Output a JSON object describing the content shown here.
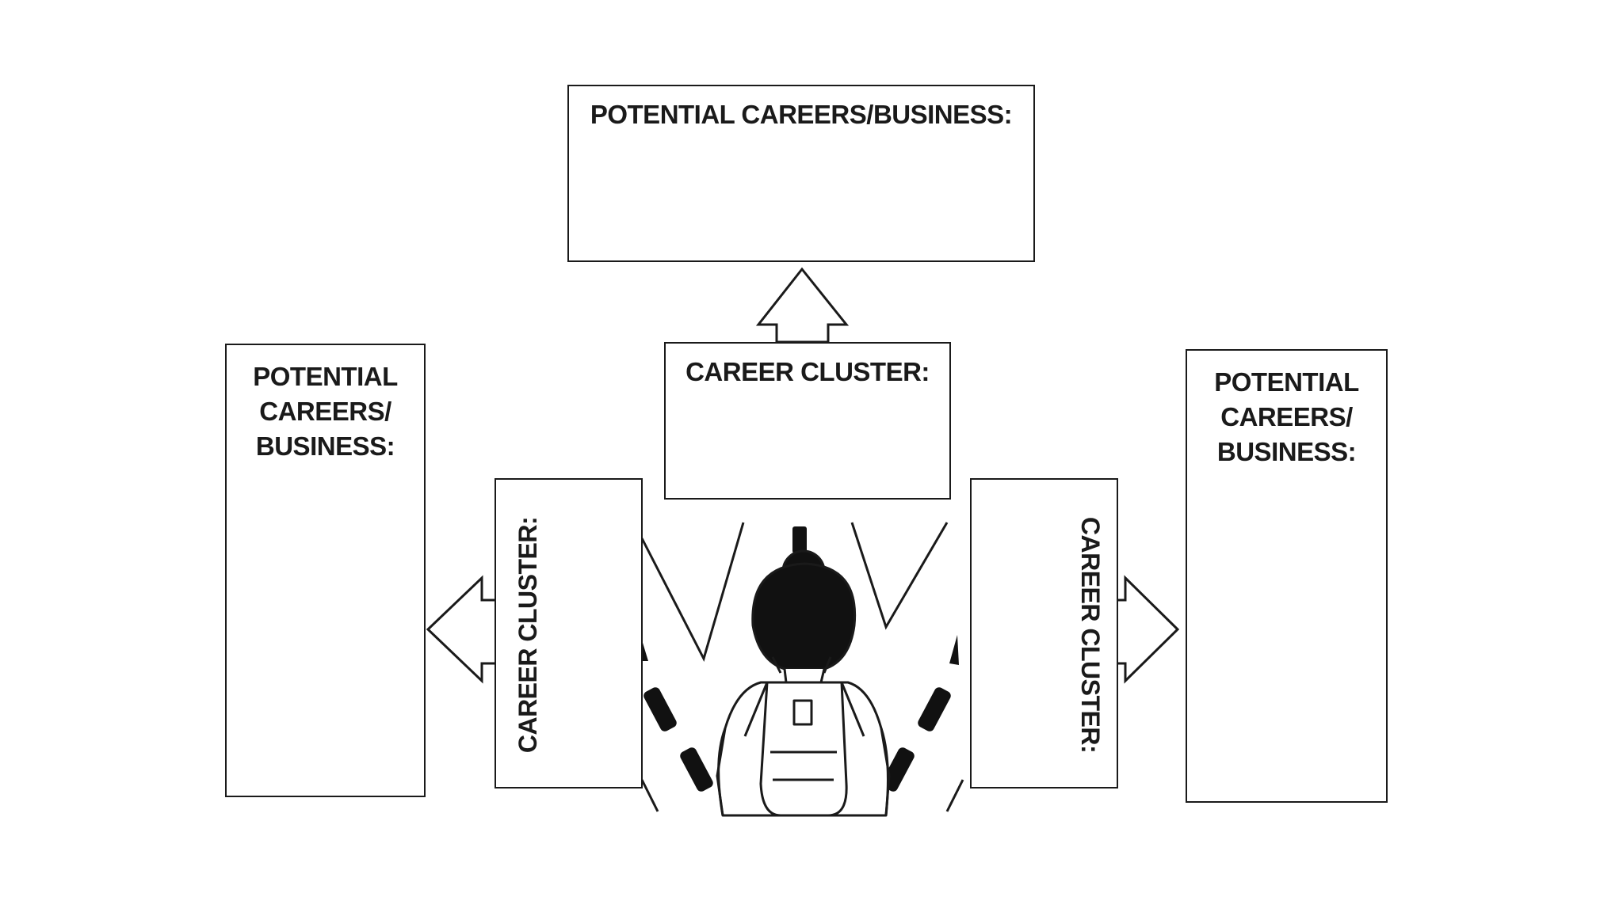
{
  "top_box": {
    "label": "POTENTIAL CAREERS/BUSINESS:"
  },
  "center_cluster": {
    "label": "CAREER CLUSTER:"
  },
  "left_careers": {
    "line1": "POTENTIAL",
    "line2": "CAREERS/",
    "line3": "BUSINESS:"
  },
  "right_careers": {
    "line1": "POTENTIAL",
    "line2": "CAREERS/",
    "line3": "BUSINESS:"
  },
  "left_cluster": {
    "label": "CAREER CLUSTER:"
  },
  "right_cluster": {
    "label": "CAREER CLUSTER:"
  },
  "illustration": {
    "subject": "student-with-backpack",
    "style": "black-and-white manga"
  }
}
